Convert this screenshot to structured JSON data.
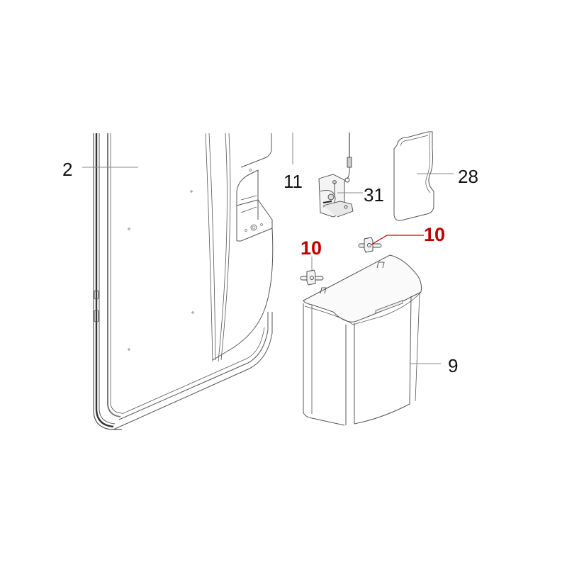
{
  "diagram": {
    "type": "exploded parts diagram",
    "colors": {
      "line": "#555555",
      "leader": "#8a8a8a",
      "highlight": "#c00000",
      "label": "#111111",
      "background": "#ffffff"
    },
    "parts": [
      {
        "id": "door-frame",
        "callout": "2",
        "description": "Door panel with frame"
      },
      {
        "id": "rod",
        "callout": "11",
        "description": "Rod / bar"
      },
      {
        "id": "lock-mechanism",
        "callout": "31",
        "description": "Lock mechanism with cable"
      },
      {
        "id": "cover-panel",
        "callout": "28",
        "description": "Cover panel"
      },
      {
        "id": "hinge-pin-left",
        "callout": "10",
        "description": "Hinge pin (highlighted)"
      },
      {
        "id": "hinge-pin-right",
        "callout": "10",
        "description": "Hinge pin (highlighted)"
      },
      {
        "id": "waste-bin",
        "callout": "9",
        "description": "Bin / container with lid"
      }
    ],
    "callouts": {
      "door": "2",
      "rod": "11",
      "lock": "31",
      "cover": "28",
      "pin_left": "10",
      "pin_right": "10",
      "bin": "9"
    }
  }
}
